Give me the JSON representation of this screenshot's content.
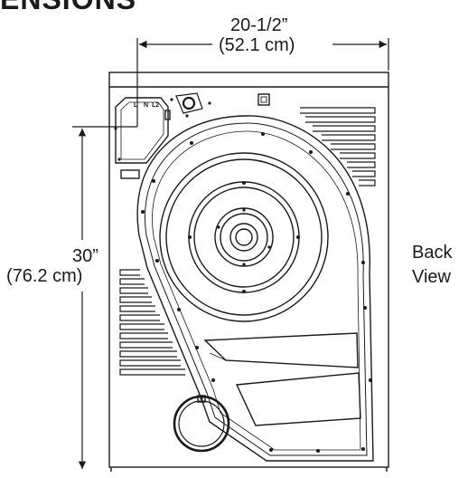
{
  "header": {
    "title": "ENSIONS"
  },
  "width_dimension": {
    "imperial": "20-1/2”",
    "metric": "(52.1 cm)"
  },
  "height_dimension": {
    "imperial": "30”",
    "metric": "(76.2 cm)"
  },
  "view_label": {
    "line1": "Back",
    "line2": "View"
  },
  "terminal_block": {
    "labels": [
      "L",
      "N",
      "L2"
    ]
  },
  "colors": {
    "line": "#1a1a1a",
    "background": "#ffffff"
  }
}
